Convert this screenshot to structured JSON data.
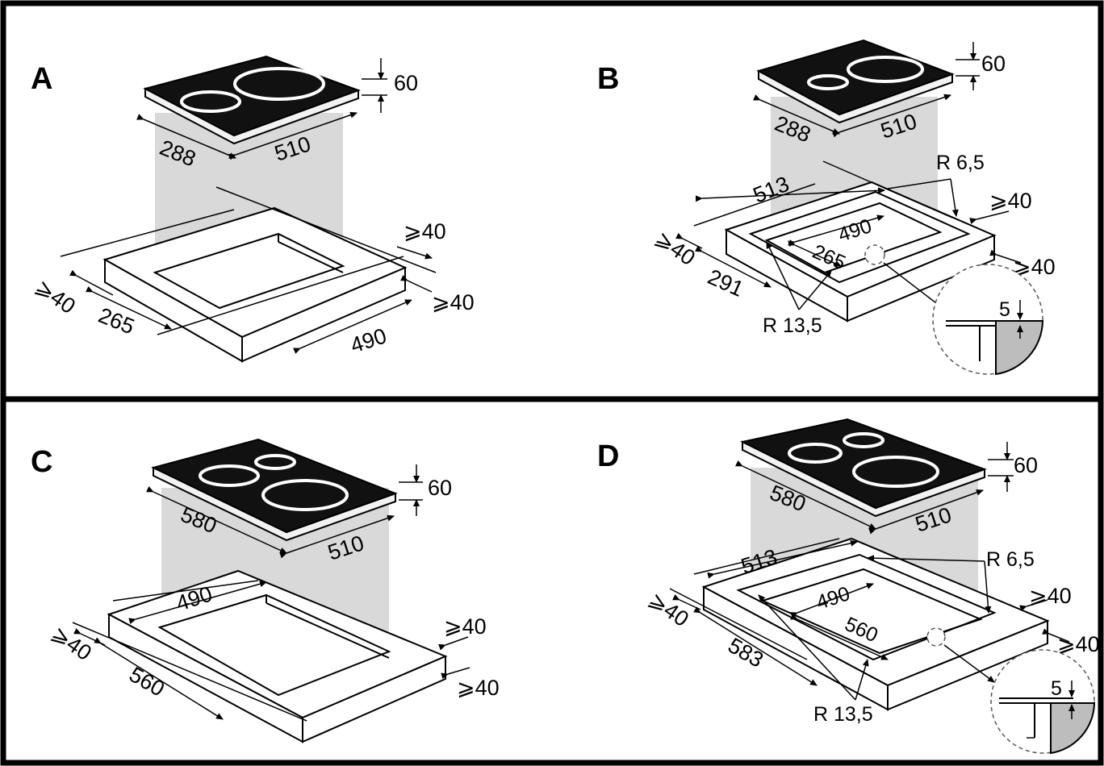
{
  "panels": {
    "a": {
      "letter": "A",
      "hob_depth": "288",
      "hob_width": "510",
      "hob_height": "60",
      "cut_depth": "265",
      "cut_width": "490",
      "min_front": "⩾40",
      "min_back": "⩾40",
      "min_side": "⩾40"
    },
    "b": {
      "letter": "B",
      "hob_depth": "288",
      "hob_width": "510",
      "hob_height": "60",
      "rebate_width": "513",
      "rebate_depth": "291",
      "cut_width": "490",
      "cut_depth": "265",
      "radius_small": "R 6,5",
      "radius_large": "R 13,5",
      "min_front": "⩾40",
      "min_back": "⩾40",
      "min_side": "⩾40",
      "detail_depth": "5"
    },
    "c": {
      "letter": "C",
      "hob_depth": "580",
      "hob_width": "510",
      "hob_height": "60",
      "cut_width": "490",
      "cut_depth": "560",
      "min_front": "⩾40",
      "min_back": "⩾40",
      "min_side": "⩾40"
    },
    "d": {
      "letter": "D",
      "hob_depth": "580",
      "hob_width": "510",
      "hob_height": "60",
      "rebate_width": "513",
      "rebate_depth": "583",
      "cut_width": "490",
      "cut_depth": "560",
      "radius_small": "R 6,5",
      "radius_large": "R 13,5",
      "min_front": "⩾40",
      "min_back": "⩾40",
      "min_side": "⩾40",
      "detail_depth": "5"
    }
  }
}
